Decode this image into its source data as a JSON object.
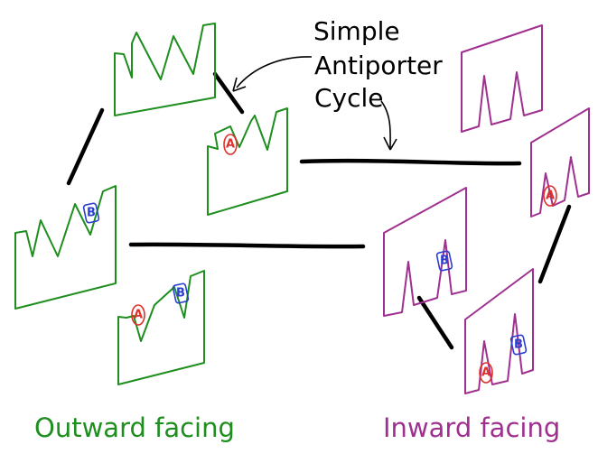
{
  "title_lines": [
    "Simple",
    "Antiporter",
    "Cycle"
  ],
  "labels": {
    "outward": "Outward facing",
    "inward": "Inward facing"
  },
  "substrates": {
    "a": "A",
    "b": "B"
  },
  "colors": {
    "outward": "#1e8e1e",
    "inward": "#a0308f",
    "substrate_a": "#e0302a",
    "substrate_b": "#2a3fd0",
    "ink": "#000000"
  }
}
